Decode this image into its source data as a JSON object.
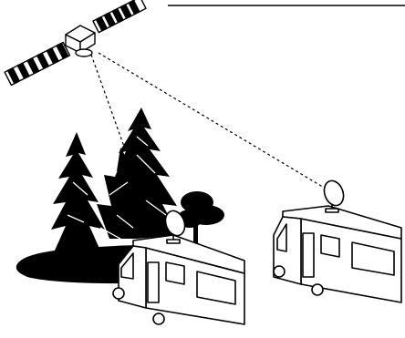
{
  "diagram": {
    "subject": "satellite-signal-to-camper-vans",
    "elements": [
      {
        "id": "satellite",
        "icon": "satellite-icon"
      },
      {
        "id": "forest",
        "icon": "tree-cluster-icon"
      },
      {
        "id": "camper-van-left",
        "icon": "camper-van-icon",
        "has_dish": true
      },
      {
        "id": "camper-van-right",
        "icon": "camper-van-icon",
        "has_dish": true
      }
    ],
    "links": [
      {
        "from": "satellite",
        "to": "camper-van-left",
        "style": "dotted"
      },
      {
        "from": "satellite",
        "to": "camper-van-right",
        "style": "dotted"
      }
    ],
    "colors": {
      "line": "#000000",
      "fill": "#000000",
      "background": "#ffffff"
    }
  }
}
